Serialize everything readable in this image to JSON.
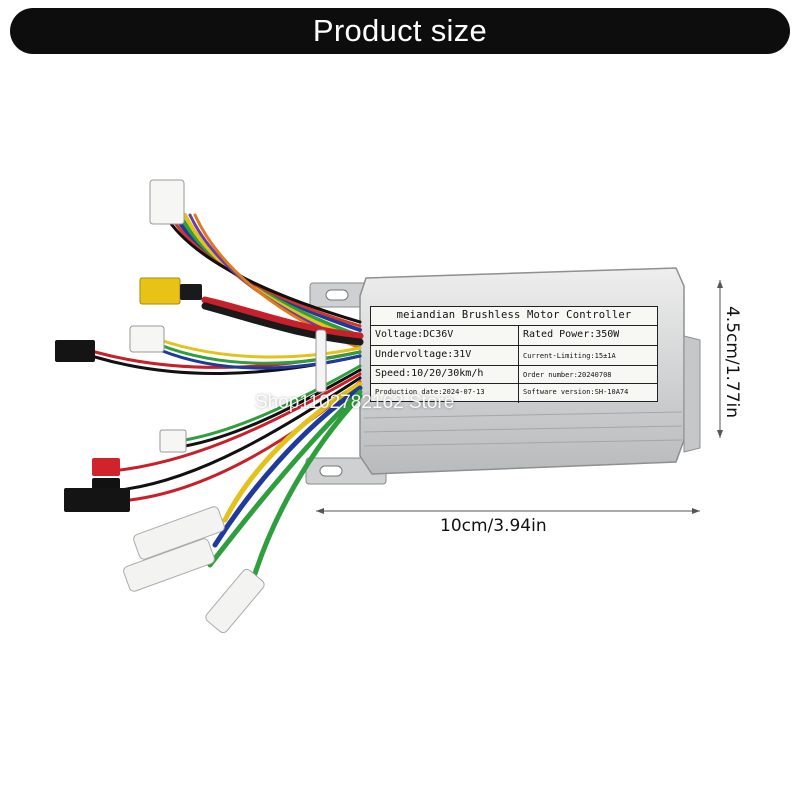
{
  "banner": {
    "title": "Product size"
  },
  "dimensions": {
    "width": "10cm/3.94in",
    "height": "4.5cm/1.77in"
  },
  "watermark": "Shop1102782162 Store",
  "label": {
    "title": "meiandian  Brushless  Motor Controller",
    "voltage": "Voltage:DC36V",
    "rated_power": "Rated Power:350W",
    "undervoltage": "Undervoltage:31V",
    "current_limiting": "Current-Limiting:15±1A",
    "speed": "Speed:10/20/30km/h",
    "order_number": "Order number:20240708",
    "production_date": "Production date:2024-07-13",
    "software_version": "Software version:SH-10A74"
  },
  "colors": {
    "banner_bg": "#0d0d0d",
    "banner_text": "#ffffff",
    "housing": "#d6d7d8"
  }
}
